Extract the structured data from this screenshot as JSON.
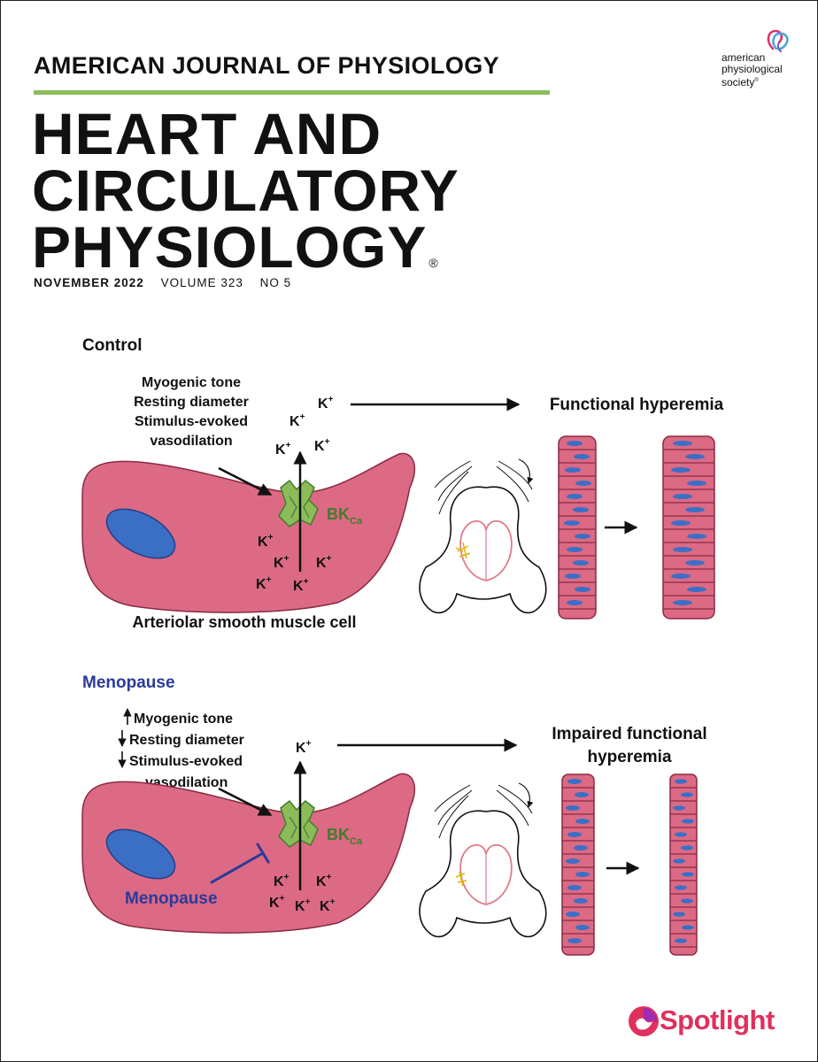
{
  "header": {
    "journal": "AMERICAN JOURNAL OF PHYSIOLOGY",
    "title_lines": [
      "HEART AND",
      "CIRCULATORY",
      "PHYSIOLOGY"
    ],
    "registered_mark": "®",
    "issue": {
      "date": "NOVEMBER 2022",
      "volume": "VOLUME 323",
      "number": "NO 5"
    }
  },
  "publisher": {
    "lines": [
      "american",
      "physiological",
      "society"
    ],
    "registered_mark": "®"
  },
  "colors": {
    "accent_green": "#8cbc5a",
    "cell_fill": "#dc6a85",
    "nucleus": "#3b6fc6",
    "channel_green": "#8cbc5a",
    "channel_label": "#3f7d2a",
    "menopause_blue": "#2a3a9a",
    "spotlight_pink": "#e0305c"
  },
  "control": {
    "heading": "Control",
    "effects": [
      "Myogenic tone",
      "Resting diameter",
      "Stimulus-evoked",
      "vasodilation"
    ],
    "channel_main": "BK",
    "channel_sub": "Ca",
    "ion_main": "K",
    "ion_sup": "+",
    "outcome": "Functional hyperemia",
    "cell_label": "Arteriolar smooth muscle cell"
  },
  "menopause": {
    "heading": "Menopause",
    "effects": [
      "Myogenic tone",
      "Resting diameter",
      "Stimulus-evoked",
      "vasodilation"
    ],
    "effect_arrows": [
      "up",
      "down",
      "down",
      "none"
    ],
    "channel_main": "BK",
    "channel_sub": "Ca",
    "ion_main": "K",
    "ion_sup": "+",
    "outcome_lines": [
      "Impaired functional",
      "hyperemia"
    ],
    "inhibitor_label": "Menopause"
  },
  "footer": {
    "badge": "Spotlight",
    "badge_icon": "spotlight-logo-icon"
  }
}
